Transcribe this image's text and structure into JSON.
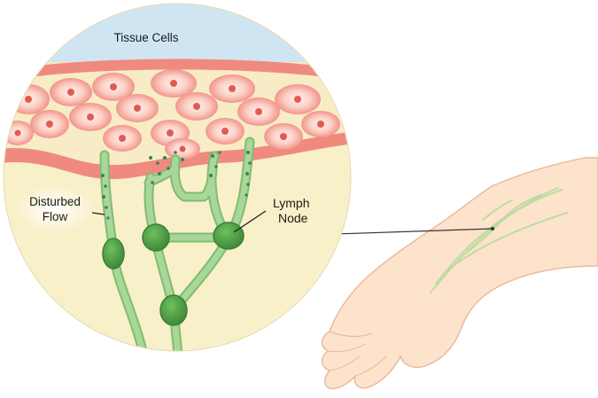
{
  "labels": {
    "tissue_cells": "Tissue Cells",
    "disturbed_flow_line1": "Disturbed",
    "disturbed_flow_line2": "Flow",
    "lymph_node_line1": "Lymph",
    "lymph_node_line2": "Node"
  },
  "colors": {
    "sky": "#cfe6f2",
    "tissue_background": "#f4e6b8",
    "interstitial": "#f7efc8",
    "cell_fill": "#f28f85",
    "cell_ring": "#fbd3cd",
    "nucleus": "#e25b53",
    "membrane": "#f08a7e",
    "lymph_vessel": "#a9d79a",
    "lymph_vessel_edge": "#7fbd6e",
    "lymph_node": "#5aa34f",
    "lymph_node_dark": "#3d7f36",
    "particles": "#3f7d63",
    "skin": "#fde2cc",
    "skin_edge": "#e8b99a",
    "arm_vessel": "#b9dc9d",
    "pointer_line": "#333333"
  }
}
